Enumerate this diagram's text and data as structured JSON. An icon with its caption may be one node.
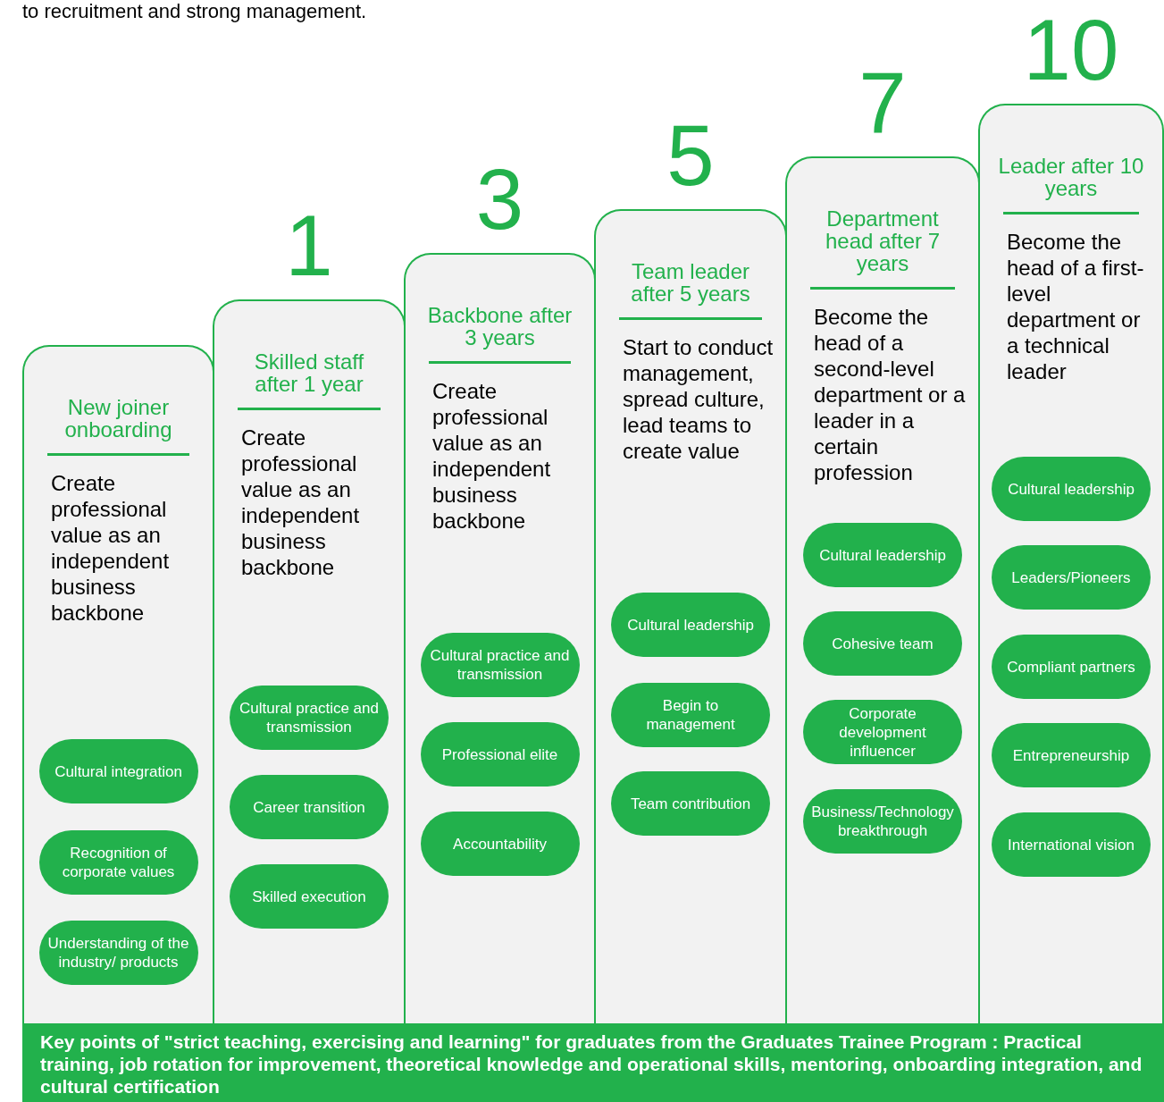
{
  "diagram": {
    "nodes": [
      {
        "text": [
          "New joiner onboarding",
          "Create professional value as an independent business backbone"
        ]
      },
      {
        "text": [
          "Cultural integration"
        ],
        "in": 0
      },
      {
        "text": [
          "Recognition of corporate values"
        ],
        "in": 0
      },
      {
        "text": [
          "Understanding of the industry/ products"
        ],
        "in": 0
      },
      {
        "text": [
          "1",
          "Skilled staff after 1 year",
          "Create professional value as an independent business backbone"
        ]
      },
      {
        "text": [
          "Cultural practice and transmission"
        ],
        "in": 4
      },
      {
        "text": [
          "Career transition"
        ],
        "in": 4
      },
      {
        "text": [
          "Skilled execution"
        ],
        "in": 4
      },
      {
        "text": [
          "3",
          "Backbone after 3 years",
          "Create professional value as an independent business backbone"
        ]
      },
      {
        "text": [
          "Cultural practice and transmission"
        ],
        "in": 8
      },
      {
        "text": [
          "Professional elite"
        ],
        "in": 8
      },
      {
        "text": [
          "Accountability"
        ],
        "in": 8
      },
      {
        "text": [
          "5",
          "Team leader after 5 years",
          "Start to conduct management, spread culture, lead teams to create value"
        ]
      },
      {
        "text": [
          "Cultural leadership"
        ],
        "in": 12
      },
      {
        "text": [
          "Begin to management"
        ],
        "in": 12
      },
      {
        "text": [
          "Team contribution"
        ],
        "in": 12
      },
      {
        "text": [
          "7",
          "Department head after 7 years",
          "Become the head of a second-level department or a leader in a certain profession"
        ]
      },
      {
        "text": [
          "Cultural leadership"
        ],
        "in": 16
      },
      {
        "text": [
          "Cohesive team"
        ],
        "in": 16
      },
      {
        "text": [
          "Corporate development influencer"
        ],
        "in": 16
      },
      {
        "text": [
          "Business/Technology breakthrough"
        ],
        "in": 16
      },
      {
        "text": [
          "10",
          "Leader after 10 years",
          "Become the head of a first-level department or a technical leader"
        ]
      },
      {
        "text": [
          "Cultural leadership"
        ],
        "in": 21
      },
      {
        "text": [
          "Leaders/Pioneers"
        ],
        "in": 21
      },
      {
        "text": [
          "Compliant partners"
        ],
        "in": 21
      },
      {
        "text": [
          "Entrepreneurship"
        ],
        "in": 21
      },
      {
        "text": [
          "International vision"
        ],
        "in": 21
      },
      {
        "text": [
          "Key points of \"strict teaching, exercising and learning\" for graduates from the Graduates Trainee Program : Practical training, job rotation for improvement, theoretical knowledge and operational skills, mentoring, onboarding integration, and cultural certification"
        ]
      }
    ],
    "labels": [
      "to recruitment and strong management."
    ]
  }
}
